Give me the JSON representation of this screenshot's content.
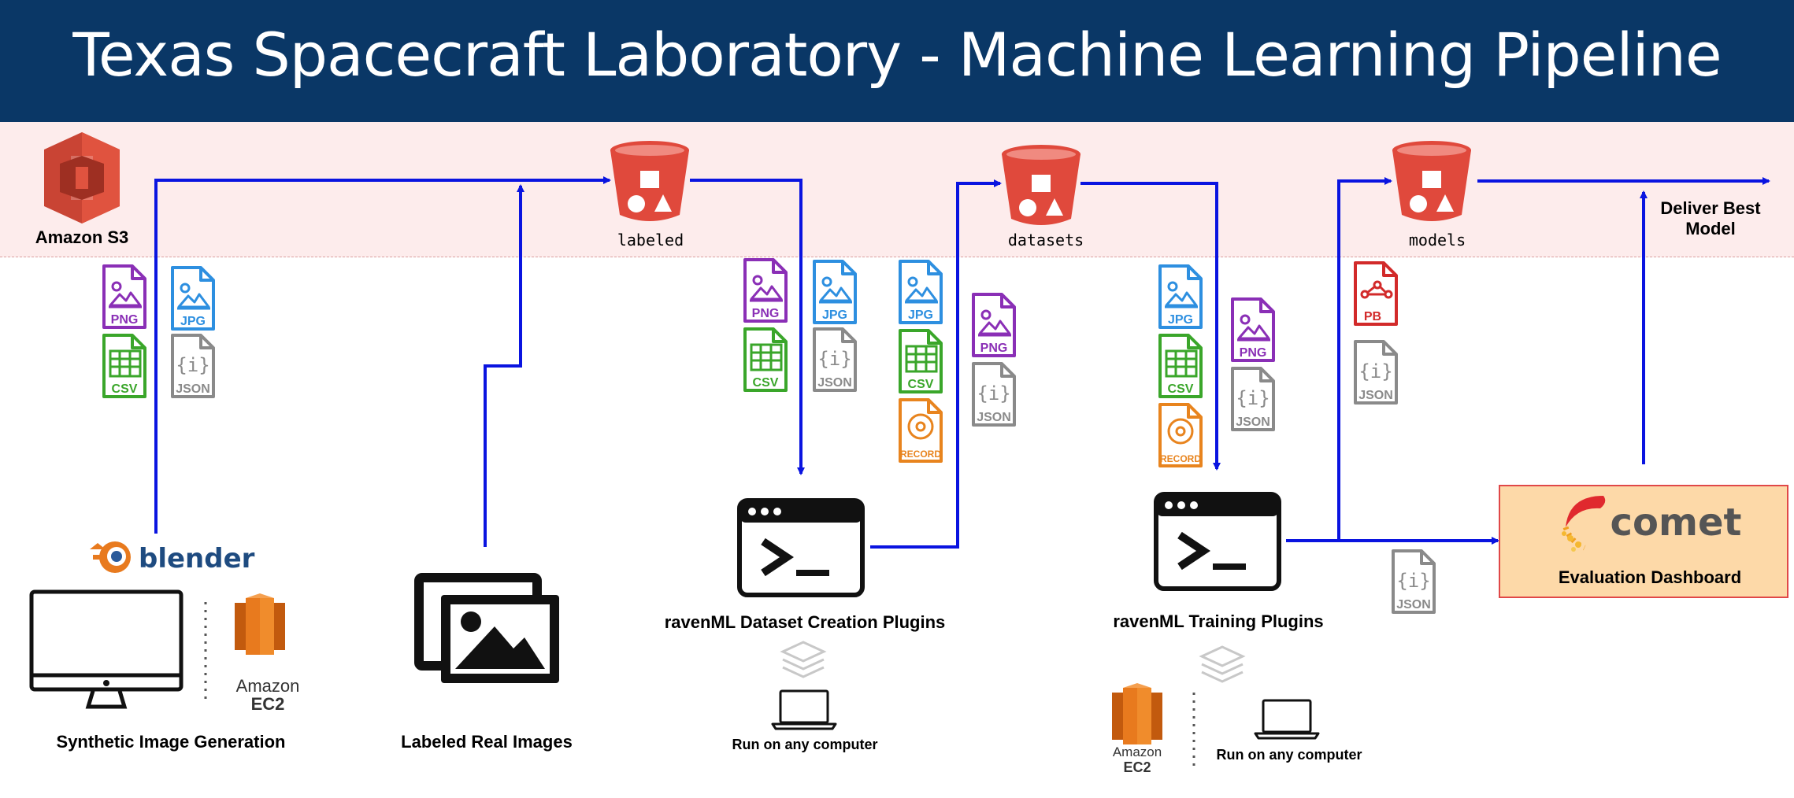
{
  "title": "Texas Spacecraft Laboratory - Machine Learning Pipeline",
  "storage": {
    "s3_label": "Amazon S3",
    "buckets": [
      {
        "name": "labeled"
      },
      {
        "name": "datasets"
      },
      {
        "name": "models"
      }
    ],
    "deliver": [
      "Deliver Best",
      "Model"
    ]
  },
  "sources": {
    "blender": "blender",
    "synthetic": "Synthetic Image Generation",
    "real": "Labeled Real Images",
    "ec2_word": "Amazon",
    "ec2_code": "EC2"
  },
  "stages": {
    "dataset_plugins": "ravenML Dataset Creation Plugins",
    "training_plugins": "ravenML Training Plugins",
    "run_anywhere_1": "Run on any computer",
    "run_anywhere_2": "Run on any computer"
  },
  "dashboard": {
    "brand": "comet",
    "label": "Evaluation Dashboard"
  },
  "file_types": {
    "png": "PNG",
    "jpg": "JPG",
    "csv": "CSV",
    "json": "JSON",
    "record": "RECORD",
    "pb": "PB"
  },
  "colors": {
    "header": "#0a3766",
    "band": "#fdecec",
    "arrow": "#0a14e0",
    "bucket": "#e0493c",
    "aws_orange": "#e87a1e",
    "png": "#8a2fb6",
    "jpg": "#2d8fe0",
    "csv": "#3aa62a",
    "json": "#8a8a8a",
    "record": "#e8841e",
    "pb": "#d22a2a",
    "dashboard_bg": "#fdd9a8",
    "dashboard_border": "#e04848"
  }
}
